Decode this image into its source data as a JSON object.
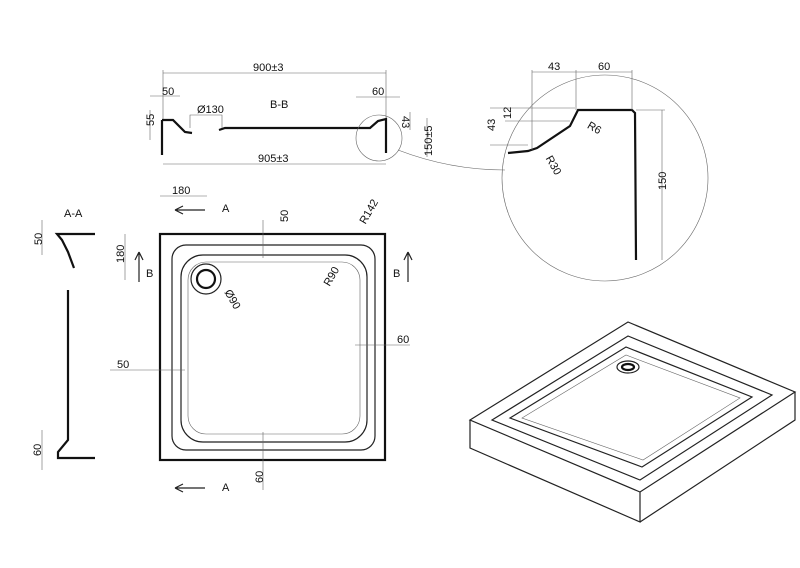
{
  "section_bb": {
    "title": "B-B",
    "width_top": "900±3",
    "width_bottom": "905±3",
    "left_rim": "50",
    "left_height": "55",
    "drain": "Ø130",
    "right_rim": "60",
    "right_step": "43",
    "total_height": "150±5"
  },
  "detail": {
    "step_width": "43",
    "rim_width": "60",
    "step_top": "12",
    "step_height": "43",
    "radius_small": "R6",
    "radius_large": "R30",
    "height": "150"
  },
  "section_aa": {
    "title": "A-A",
    "top_rim": "50",
    "bottom_rim": "60"
  },
  "plan": {
    "offset_180_h": "180",
    "offset_180_v": "180",
    "cut_a_top": "A",
    "cut_a_bottom": "A",
    "cut_b_left": "B",
    "cut_b_right": "B",
    "top_rim": "50",
    "corner_radius_outer": "R142",
    "corner_radius_inner": "R90",
    "drain": "Ø90",
    "right_rim": "60",
    "left_rim": "50",
    "bottom_rim": "60"
  }
}
